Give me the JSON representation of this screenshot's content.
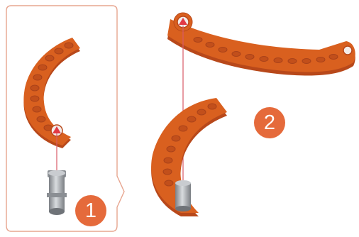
{
  "steps": [
    {
      "number": "1"
    },
    {
      "number": "2"
    }
  ],
  "colors": {
    "beam_orange": "#d9601f",
    "beam_dark": "#b8481a",
    "hole_fill": "#c24f1b",
    "step_badge": "#e56a3b",
    "panel_border": "#e7a58f",
    "guide_line": "#d85b66",
    "pin_gray": "#9ea2a6",
    "marker_red": "#e23a45"
  },
  "icons": {
    "pin": "axle-pin-gray",
    "marker": "red-triangle-insert-marker"
  }
}
